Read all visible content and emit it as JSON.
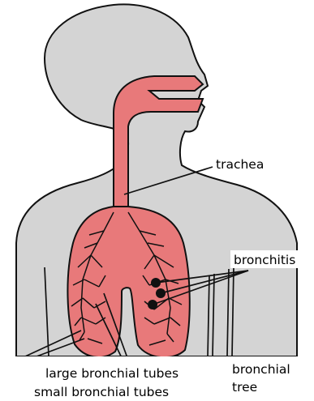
{
  "labels": {
    "trachea": "trachea",
    "bronchitis": "bronchitis",
    "large_bronchial_tubes": "large bronchial tubes",
    "small_bronchial_tubes": "small bronchial tubes",
    "bronchial": "bronchial",
    "tree": "tree"
  },
  "colors": {
    "body": "#d4d4d4",
    "lung": "#e8797a",
    "outline": "#111111"
  }
}
